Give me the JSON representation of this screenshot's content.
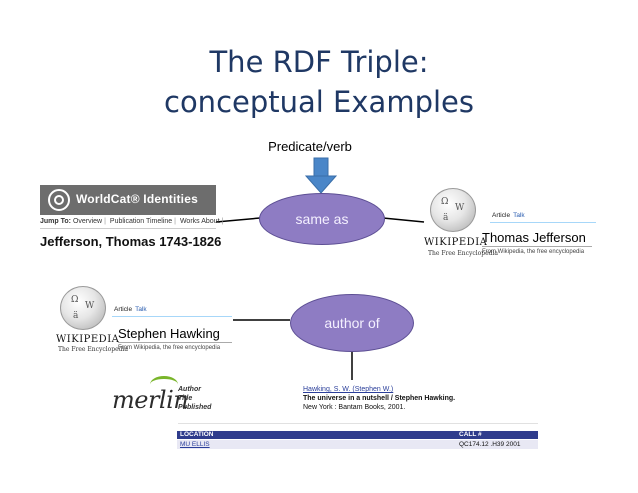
{
  "title": {
    "line1": "The RDF Triple:",
    "line2": "conceptual Examples"
  },
  "predicate_label": "Predicate/verb",
  "colors": {
    "title": "#1f3864",
    "ellipse_fill": "#8e7cc3",
    "arrow_fill": "#4a86c8",
    "merlin_header": "#2f3c8c"
  },
  "ellipses": [
    {
      "label": "same as"
    },
    {
      "label": "author of"
    }
  ],
  "worldcat": {
    "logo_text": "WorldCat® Identities",
    "nav_label": "Jump To:",
    "nav_links": [
      "Overview",
      "Publication Timeline",
      "Works About"
    ],
    "name": "Jefferson, Thomas 1743-1826",
    "icon": "worldcat-logo-icon"
  },
  "wikipedia_cards": [
    {
      "logo_name": "WIKIPEDIA",
      "logo_sub": "The Free Encyclopedia",
      "tab_article": "Article",
      "tab_talk": "Talk",
      "article_title": "Thomas Jefferson",
      "from_text": "From Wikipedia, the free encyclopedia",
      "icon": "wikipedia-globe-icon"
    },
    {
      "logo_name": "WIKIPEDIA",
      "logo_sub": "The Free Encyclopedia",
      "tab_article": "Article",
      "tab_talk": "Talk",
      "article_title": "Stephen Hawking",
      "from_text": "From Wikipedia, the free encyclopedia",
      "icon": "wikipedia-globe-icon"
    }
  ],
  "merlin": {
    "logo": "merlin",
    "rows": [
      {
        "label": "Author",
        "value": "Hawking, S. W. (Stephen W.)"
      },
      {
        "label": "Title",
        "value": "The universe in a nutshell / Stephen Hawking."
      },
      {
        "label": "Published",
        "value": "New York : Bantam Books, 2001."
      }
    ],
    "table_headers": {
      "location": "LOCATION",
      "call": "CALL #"
    },
    "table_row": {
      "location": "MU ELLIS",
      "call": "QC174.12 .H39 2001"
    }
  }
}
